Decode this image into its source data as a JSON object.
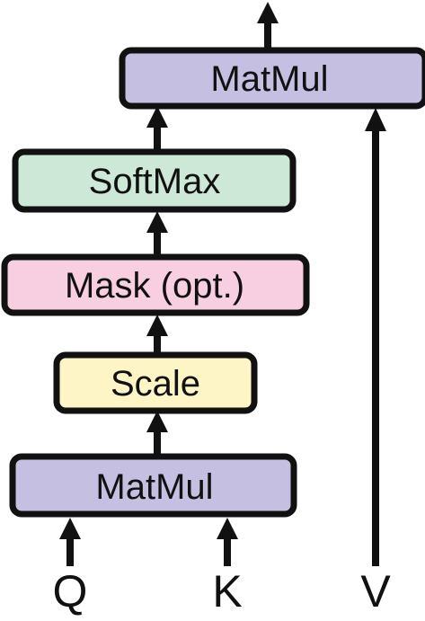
{
  "nodes": {
    "matmul_top": {
      "label": "MatMul",
      "fill": "#c5c0e2"
    },
    "softmax": {
      "label": "SoftMax",
      "fill": "#cde8d6"
    },
    "mask": {
      "label": "Mask (opt.)",
      "fill": "#f7cfe0"
    },
    "scale": {
      "label": "Scale",
      "fill": "#fdf5c6"
    },
    "matmul_bottom": {
      "label": "MatMul",
      "fill": "#c5c0e2"
    }
  },
  "inputs": {
    "q": "Q",
    "k": "K",
    "v": "V"
  },
  "colors": {
    "stroke": "#111111",
    "background": "#ffffff"
  }
}
